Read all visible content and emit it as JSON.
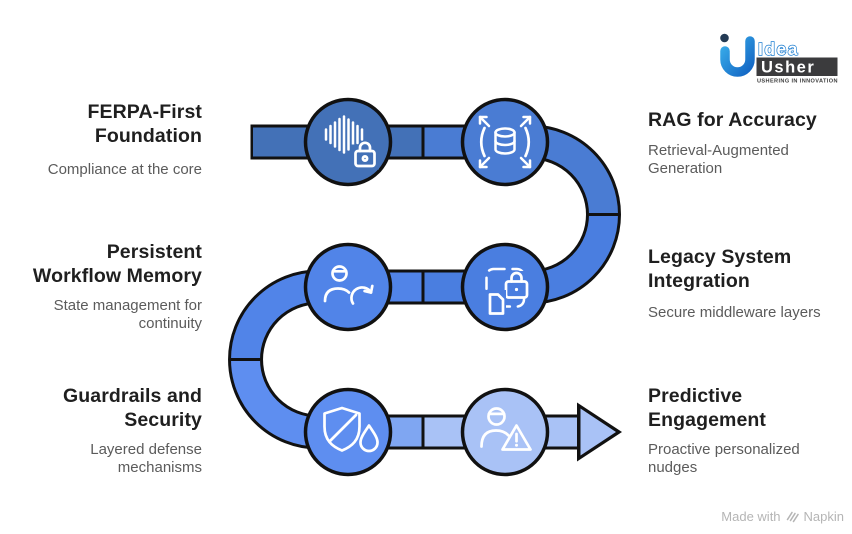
{
  "steps": [
    {
      "key": "ferpa",
      "title": "FERPA-First Foundation",
      "subtitle": "Compliance at the core",
      "icon": "waveform-lock-icon"
    },
    {
      "key": "rag",
      "title": "RAG for Accuracy",
      "subtitle": "Retrieval-Augmented Generation",
      "icon": "database-expand-icon"
    },
    {
      "key": "legacy",
      "title": "Legacy System Integration",
      "subtitle": "Secure middleware layers",
      "icon": "frame-lock-document-icon"
    },
    {
      "key": "persistent",
      "title": "Persistent Workflow Memory",
      "subtitle": "State management for continuity",
      "icon": "user-refresh-icon"
    },
    {
      "key": "guardrails",
      "title": "Guardrails and Security",
      "subtitle": "Layered defense mechanisms",
      "icon": "shield-droplet-icon"
    },
    {
      "key": "predictive",
      "title": "Predictive Engagement",
      "subtitle": "Proactive personalized nudges",
      "icon": "user-alert-icon"
    }
  ],
  "logo": {
    "idea": "Idea",
    "usher": "Usher",
    "tagline": "USHERING IN INNOVATION"
  },
  "footer": {
    "made_with": "Made with",
    "brand": "Napkin"
  },
  "colors": {
    "outline": "#111111",
    "icon": "#ffffff",
    "ferpa": "#4371B7",
    "rag": "#4A7CD3",
    "legacy": "#4A7EE0",
    "persistent": "#5184E8",
    "guardrails": "#5E8EF0",
    "guardrails_bar": "#7FA6F2",
    "predictive": "#A9C2F6",
    "title_text": "#1F1F1F",
    "subtitle_text": "#5B5B5B",
    "logo_blue": "#1A7CD0",
    "logo_dark": "#3B3B3D",
    "logo_dot": "#243B55",
    "logo_grad_start": "#38ABE9",
    "logo_grad_end": "#1366C4",
    "footer_text": "#B5B5B5"
  }
}
